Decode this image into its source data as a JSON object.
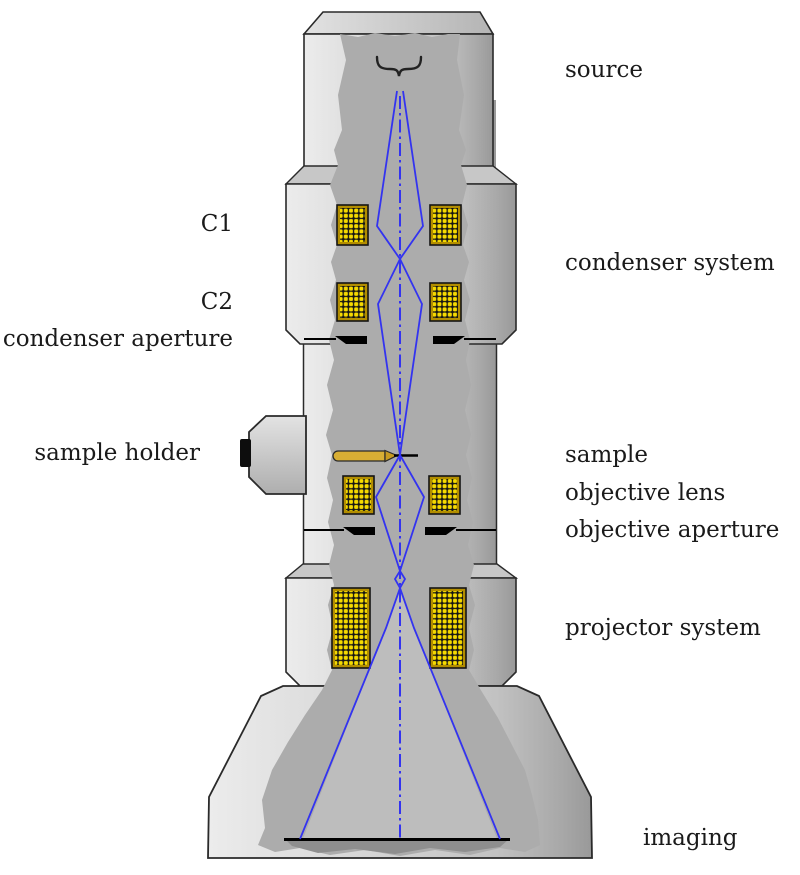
{
  "figure": {
    "type": "TEM column schematic",
    "labels": {
      "source": "source",
      "condenser_system": "condenser system",
      "c1": "C1",
      "c2": "C2",
      "condenser_aperture": "condenser aperture",
      "sample_holder": "sample holder",
      "sample": "sample",
      "objective_lens": "objective lens",
      "objective_aperture": "objective aperture",
      "projector_system": "projector system",
      "imaging": "imaging"
    },
    "colors": {
      "beam_blue": "#3333f0",
      "coil_dot_yellow": "#f6da00",
      "coil_frame_gold": "#b28d00",
      "column_gray_light": "#ececec",
      "column_gray_dark": "#999999",
      "vacuum_interior_gray": "#acacac",
      "aperture_black": "#000000",
      "background": "#ffffff"
    }
  }
}
